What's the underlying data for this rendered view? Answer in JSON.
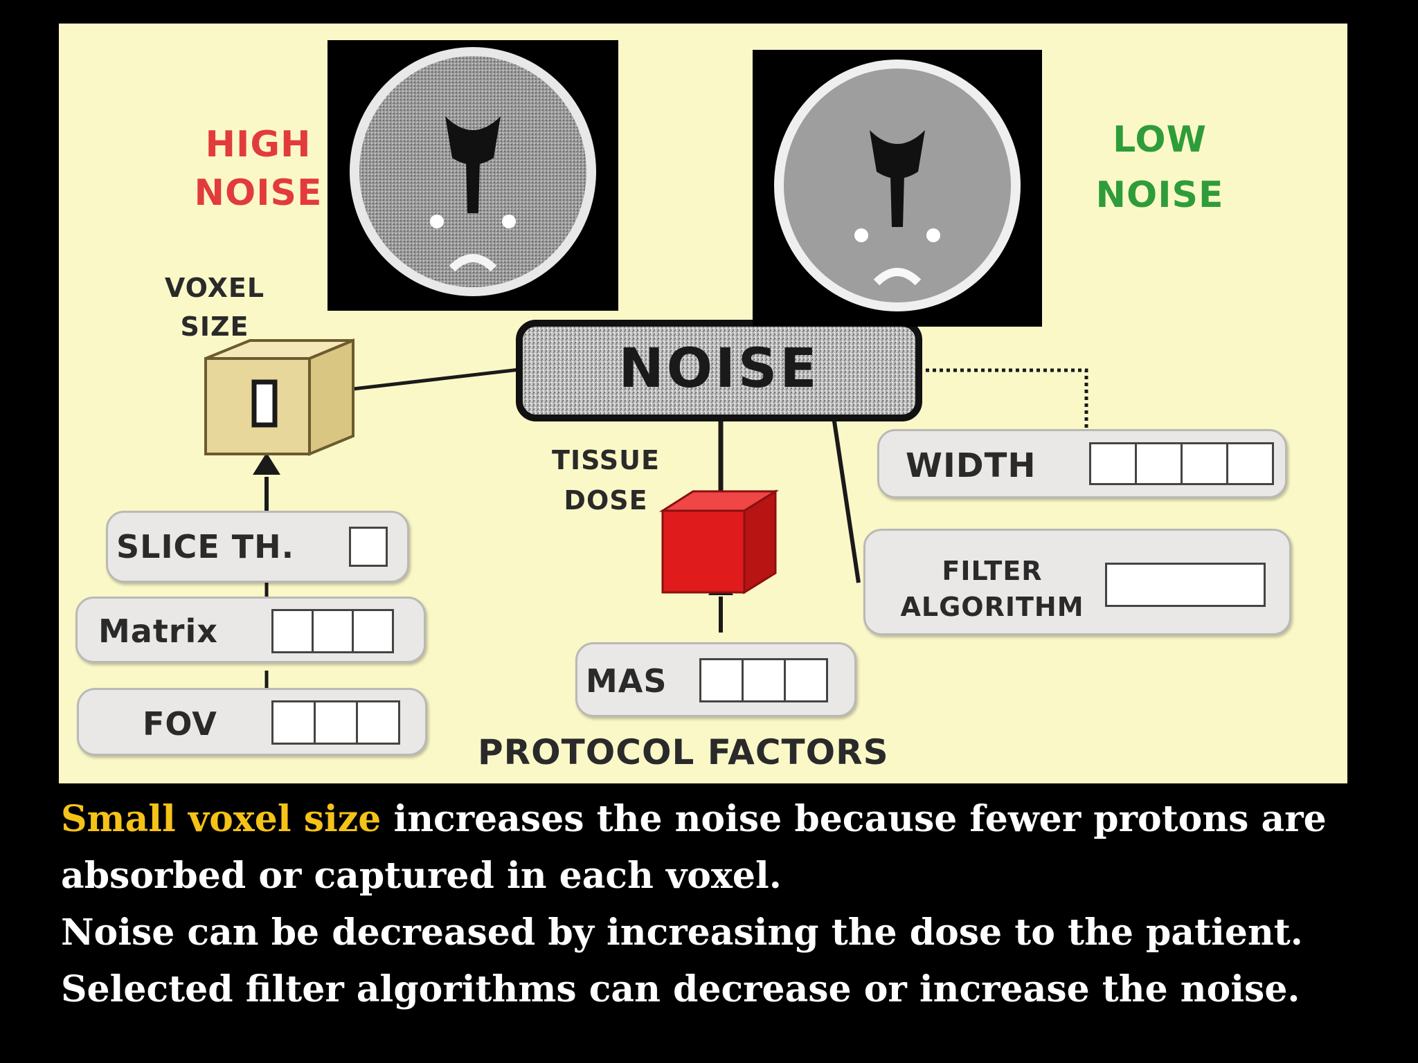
{
  "diagram": {
    "high_noise": [
      "HIGH",
      "NOISE"
    ],
    "low_noise": [
      "LOW",
      "NOISE"
    ],
    "voxel_size": [
      "VOXEL",
      "SIZE"
    ],
    "noise_center": "NOISE",
    "tissue_dose": [
      "TISSUE",
      "DOSE"
    ],
    "factors": {
      "slice_thickness": "SLICE TH.",
      "matrix": "Matrix",
      "fov": "FOV",
      "mas": "MAS",
      "width": "WIDTH",
      "filter_algorithm": [
        "FILTER",
        "ALGORITHM"
      ]
    },
    "protocol_factors": "PROTOCOL FACTORS"
  },
  "caption": {
    "highlight": "Small voxel size",
    "line1_rest": " increases the noise because fewer protons are",
    "line2": "absorbed or captured in each voxel.",
    "line3": "Noise can be decreased by increasing the  dose to the patient.",
    "line4": "Selected filter algorithms can decrease or increase the noise."
  },
  "colors": {
    "panel_bg": "#fbf8c8",
    "high_noise": "#e23b3b",
    "low_noise": "#2f9c3a",
    "highlight": "#f5c218",
    "dose_cube": "#e01b1b",
    "voxel_cube": "#e8d79a"
  },
  "icons": [
    "brain-ct-scan-noisy",
    "brain-ct-scan-clean",
    "voxel-cube-icon",
    "dose-cube-icon"
  ]
}
